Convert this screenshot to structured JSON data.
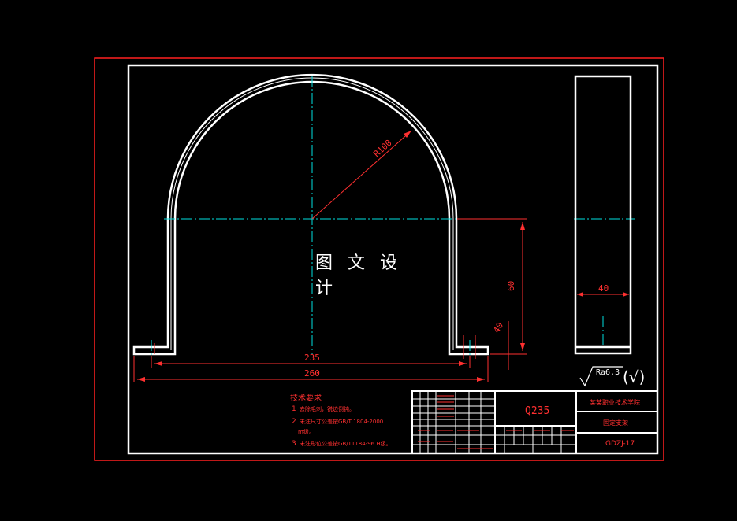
{
  "watermark": "图 文 设 计",
  "dimensions": {
    "radius": "R100",
    "height": "60",
    "foot": "40",
    "inner_width": "235",
    "overall_width": "260",
    "side_width": "40"
  },
  "roughness": "Ra6.3",
  "roughness_mark": "(√)",
  "material": "Q235",
  "notes": {
    "title": "技术要求",
    "items": [
      {
        "num": "1",
        "text": "去除毛刺，锐边倒钝。"
      },
      {
        "num": "2",
        "text": "未注尺寸公差按GB/T 1804-2000"
      },
      {
        "num": "",
        "text": "m级。"
      },
      {
        "num": "3",
        "text": "未注形位公差按GB/T1184-96 H级。"
      }
    ]
  },
  "title_block": {
    "company": "某某职业技术学院",
    "part_name": "固定支架",
    "drawing_no": "GDZJ-17"
  },
  "colors": {
    "outline": "#ffffff",
    "dimension": "#ff3030",
    "centerline": "#00e0e0",
    "frame": "#ff2020"
  }
}
